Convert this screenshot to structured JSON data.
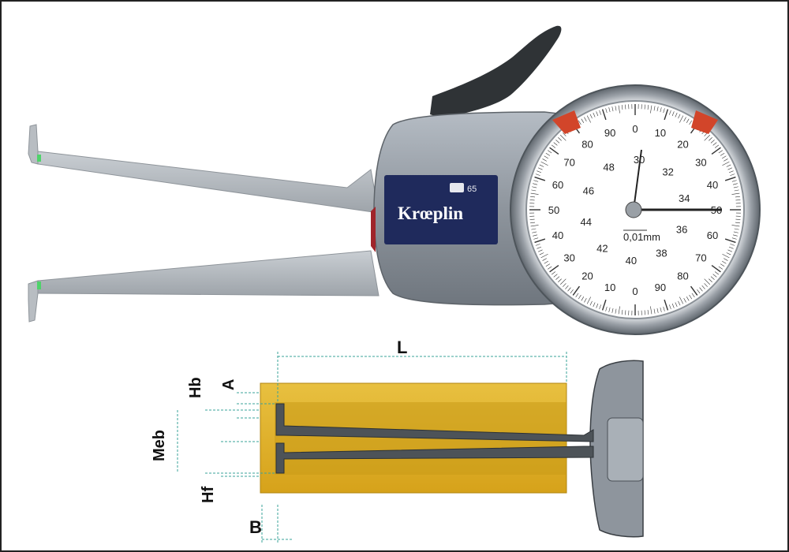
{
  "brand": {
    "name": "Krœplin",
    "model": "65"
  },
  "dial": {
    "outer_scale": [
      "0",
      "10",
      "20",
      "30",
      "40",
      "50",
      "60",
      "70",
      "80",
      "90",
      "0",
      "10",
      "20",
      "30",
      "40",
      "50",
      "60",
      "70",
      "80",
      "90"
    ],
    "inner_scale": [
      "30",
      "32",
      "34",
      "36",
      "38",
      "40",
      "42",
      "44",
      "46",
      "48"
    ],
    "resolution": "0,01mm"
  },
  "dimensions": {
    "L": "L",
    "Hb": "Hb",
    "A": "A",
    "Meb": "Meb",
    "Hf": "Hf",
    "B": "B"
  },
  "colors": {
    "body": "#8a9098",
    "badge": "#1f2a5c",
    "part": "#e0b020",
    "accent": "#d2452a"
  }
}
